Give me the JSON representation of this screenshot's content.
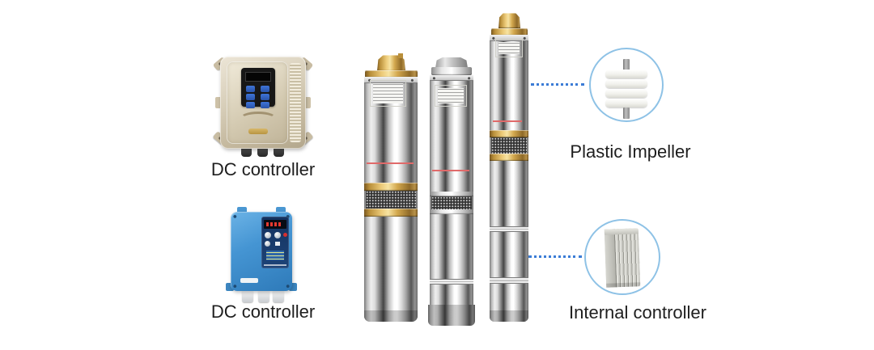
{
  "colors": {
    "background": "#ffffff",
    "connector_dotted_blue": "#3b7cd6",
    "callout_circle_blue": "#8ec2e6",
    "caption_text": "#1e1e1e",
    "brass_gold": "#ecca78",
    "controller_beige": "#d8cfba",
    "controller_blue": "#4595d3",
    "pump_chrome": "#dcdcdc",
    "pump_stripe_red": "#e06a6a"
  },
  "controllers": {
    "metal": {
      "caption": "DC controller"
    },
    "blue": {
      "caption": "DC controller"
    }
  },
  "callouts": {
    "impeller": {
      "caption": "Plastic Impeller"
    },
    "internal": {
      "caption": "Internal controller"
    }
  },
  "figures": {
    "pumps": [
      "pump-short-brass-outlet",
      "pump-steel-outlet",
      "pump-tall-brass-outlet"
    ]
  }
}
